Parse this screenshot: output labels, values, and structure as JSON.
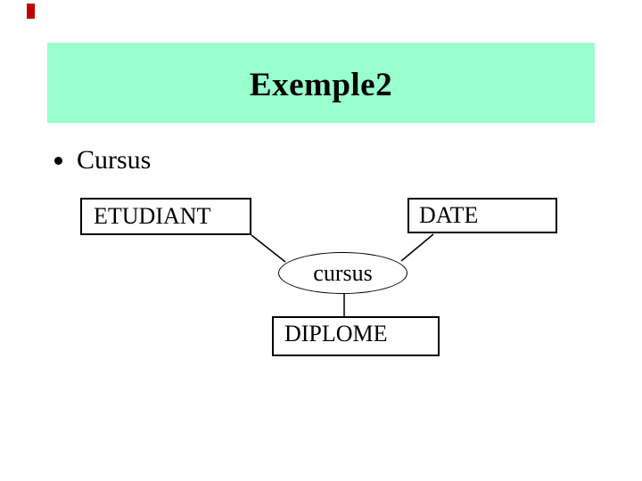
{
  "slide": {
    "title": "Exemple2",
    "bullet_glyph": "•",
    "bullet_label": "Cursus"
  },
  "diagram": {
    "entities": [
      {
        "label": "ETUDIANT"
      },
      {
        "label": "DATE"
      },
      {
        "label": "DIPLOME"
      }
    ],
    "relation": {
      "label": "cursus"
    },
    "connections": [
      "ETUDIANT — cursus",
      "DATE — cursus",
      "cursus — DIPLOME"
    ]
  },
  "colors": {
    "banner-bg": "#99ffcc",
    "text": "#000000",
    "line": "#000000",
    "accent-mark": "#c00000"
  }
}
